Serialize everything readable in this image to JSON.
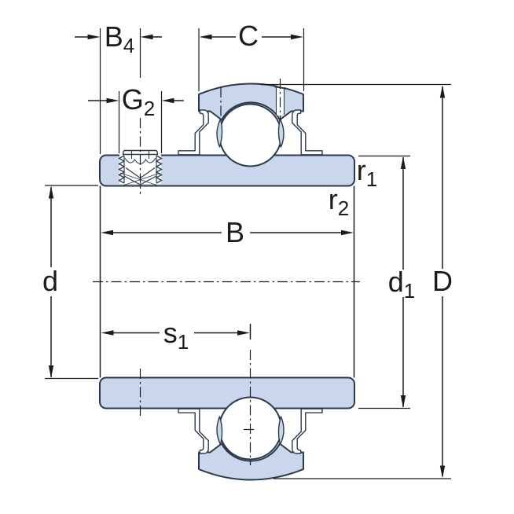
{
  "drawing": {
    "description": "Technical cross-section drawing of an insert ball bearing (Y-bearing) with set screw locking, annotated with dimension symbols",
    "colors": {
      "background": "#ffffff",
      "part_fill": "#c9d6eb",
      "part_outline": "#2a3a4c",
      "line_color": "#1b1b1b"
    },
    "labels": {
      "b4": {
        "main": "B",
        "sub": "4"
      },
      "c": {
        "main": "C",
        "sub": ""
      },
      "g2": {
        "main": "G",
        "sub": "2"
      },
      "b": {
        "main": "B",
        "sub": ""
      },
      "d": {
        "main": "d",
        "sub": ""
      },
      "s1": {
        "main": "s",
        "sub": "1"
      },
      "r1": {
        "main": "r",
        "sub": "1"
      },
      "r2": {
        "main": "r",
        "sub": "2"
      },
      "d1": {
        "main": "d",
        "sub": "1"
      },
      "Dcap": {
        "main": "D",
        "sub": ""
      }
    }
  }
}
